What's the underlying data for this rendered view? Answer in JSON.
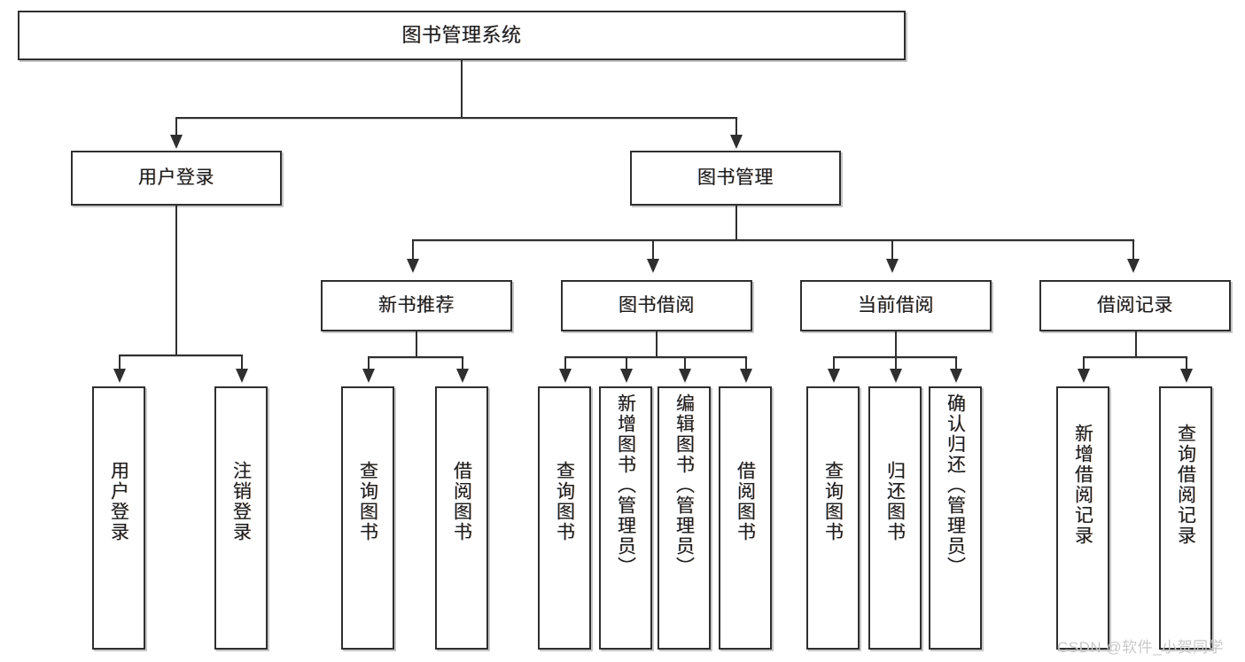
{
  "diagram": {
    "title": "图书管理系统",
    "type": "hierarchy-tree",
    "root": {
      "id": "root",
      "label": "图书管理系统"
    },
    "level2": [
      {
        "id": "user-login",
        "label": "用户登录"
      },
      {
        "id": "book-manage",
        "label": "图书管理"
      }
    ],
    "level3": [
      {
        "id": "new-book-rec",
        "label": "新书推荐"
      },
      {
        "id": "book-borrow",
        "label": "图书借阅"
      },
      {
        "id": "current-borrow",
        "label": "当前借阅"
      },
      {
        "id": "borrow-record",
        "label": "借阅记录"
      }
    ],
    "leaves": {
      "user_login": [
        {
          "id": "leaf-user-login",
          "label": "用户登录"
        },
        {
          "id": "leaf-logout",
          "label": "注销登录"
        }
      ],
      "new_book_rec": [
        {
          "id": "leaf-query-book-1",
          "label": "查询图书"
        },
        {
          "id": "leaf-borrow-book-1",
          "label": "借阅图书"
        }
      ],
      "book_borrow": [
        {
          "id": "leaf-query-book-2",
          "label": "查询图书"
        },
        {
          "id": "leaf-add-book",
          "label": "新增图书（管理员）"
        },
        {
          "id": "leaf-edit-book",
          "label": "编辑图书（管理员）"
        },
        {
          "id": "leaf-borrow-book-2",
          "label": "借阅图书"
        }
      ],
      "current_borrow": [
        {
          "id": "leaf-query-book-3",
          "label": "查询图书"
        },
        {
          "id": "leaf-return-book",
          "label": "归还图书"
        },
        {
          "id": "leaf-confirm-return",
          "label": "确认归还（管理员）"
        }
      ],
      "borrow_record": [
        {
          "id": "leaf-add-record",
          "label": "新增借阅记录"
        },
        {
          "id": "leaf-query-record",
          "label": "查询借阅记录"
        }
      ]
    }
  },
  "watermark": {
    "text": "CSDN @软件_小贺同学"
  },
  "colors": {
    "stroke": "#2f2f2f",
    "box_fill": "#ffffff",
    "text": "#1d1d1d",
    "watermark": "#c9c9c9",
    "background": "#ffffff"
  }
}
